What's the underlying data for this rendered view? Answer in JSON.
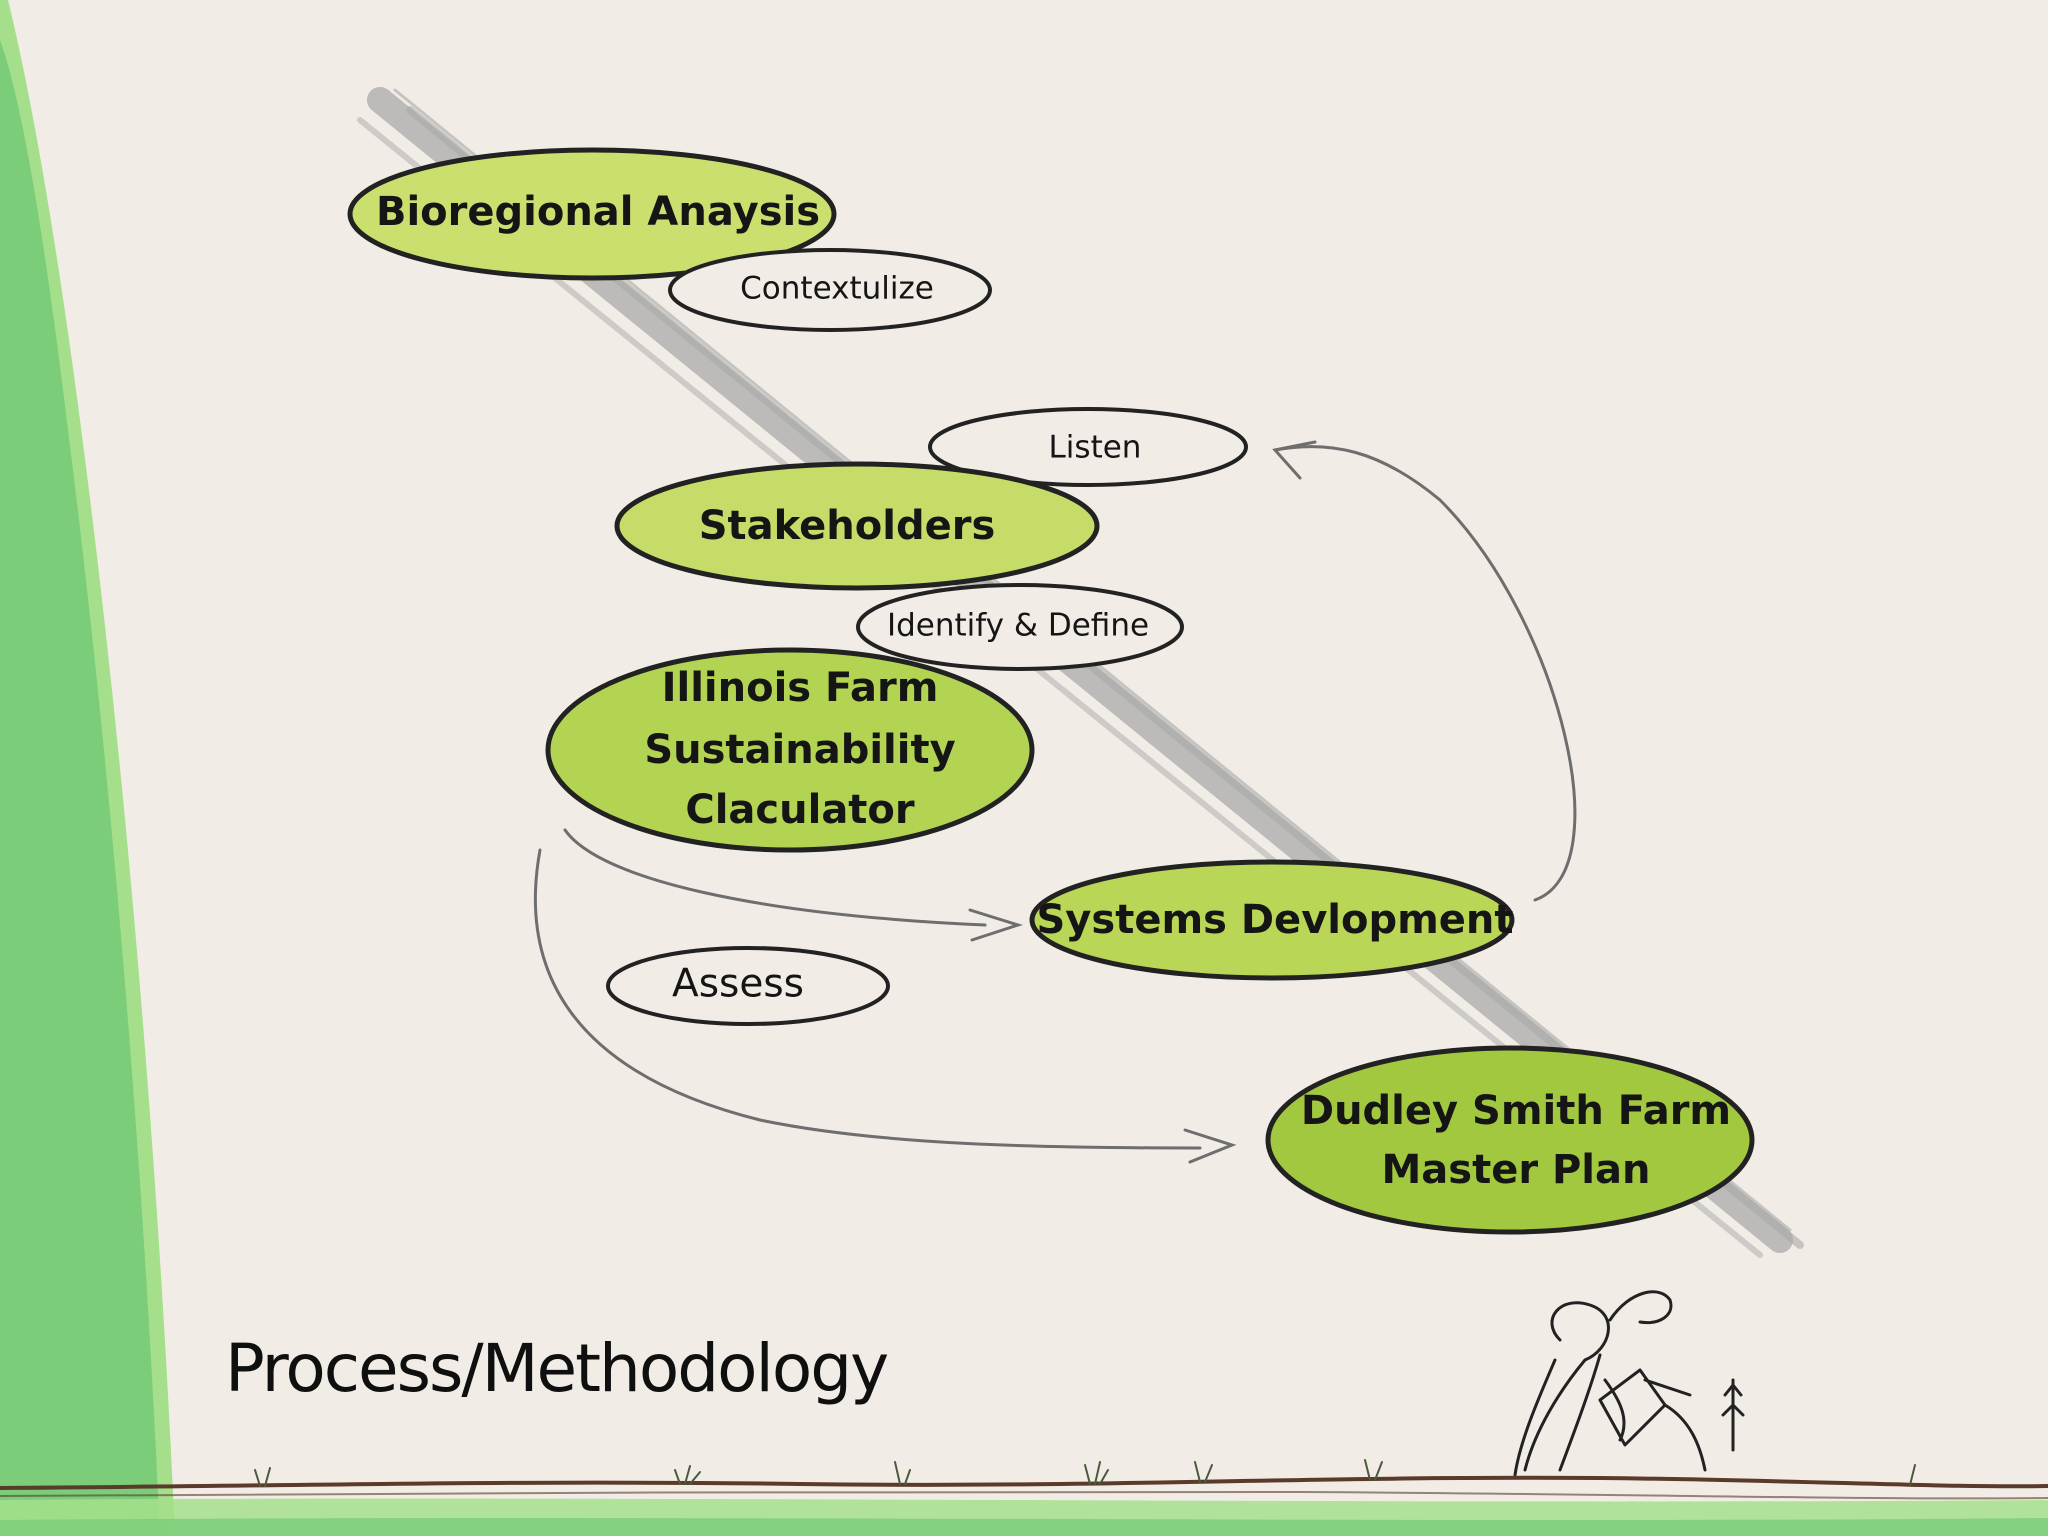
{
  "slide": {
    "title": "Process/Methodology"
  },
  "diagram": {
    "nodes": {
      "bioregional": "Bioregional Anaysis",
      "contextulize": "Contextulize",
      "listen": "Listen",
      "stakeholders": "Stakeholders",
      "identify": "Identify & Define",
      "calculator": [
        "Illinois Farm",
        "Sustainability",
        "Claculator"
      ],
      "systems": "Systems Devlopment",
      "assess": "Assess",
      "masterplan": [
        "Dudley Smith Farm",
        "Master Plan"
      ]
    }
  },
  "colors": {
    "background": "#f1ede6",
    "sidebar_green": "#7ccd79",
    "sidebar_light": "#a5df8c",
    "node_light": "#cbdf6e",
    "node_mid": "#b9d656",
    "node_dark": "#a2c83f",
    "sketch_gray": "#a9a9a9",
    "ink": "#151515"
  }
}
